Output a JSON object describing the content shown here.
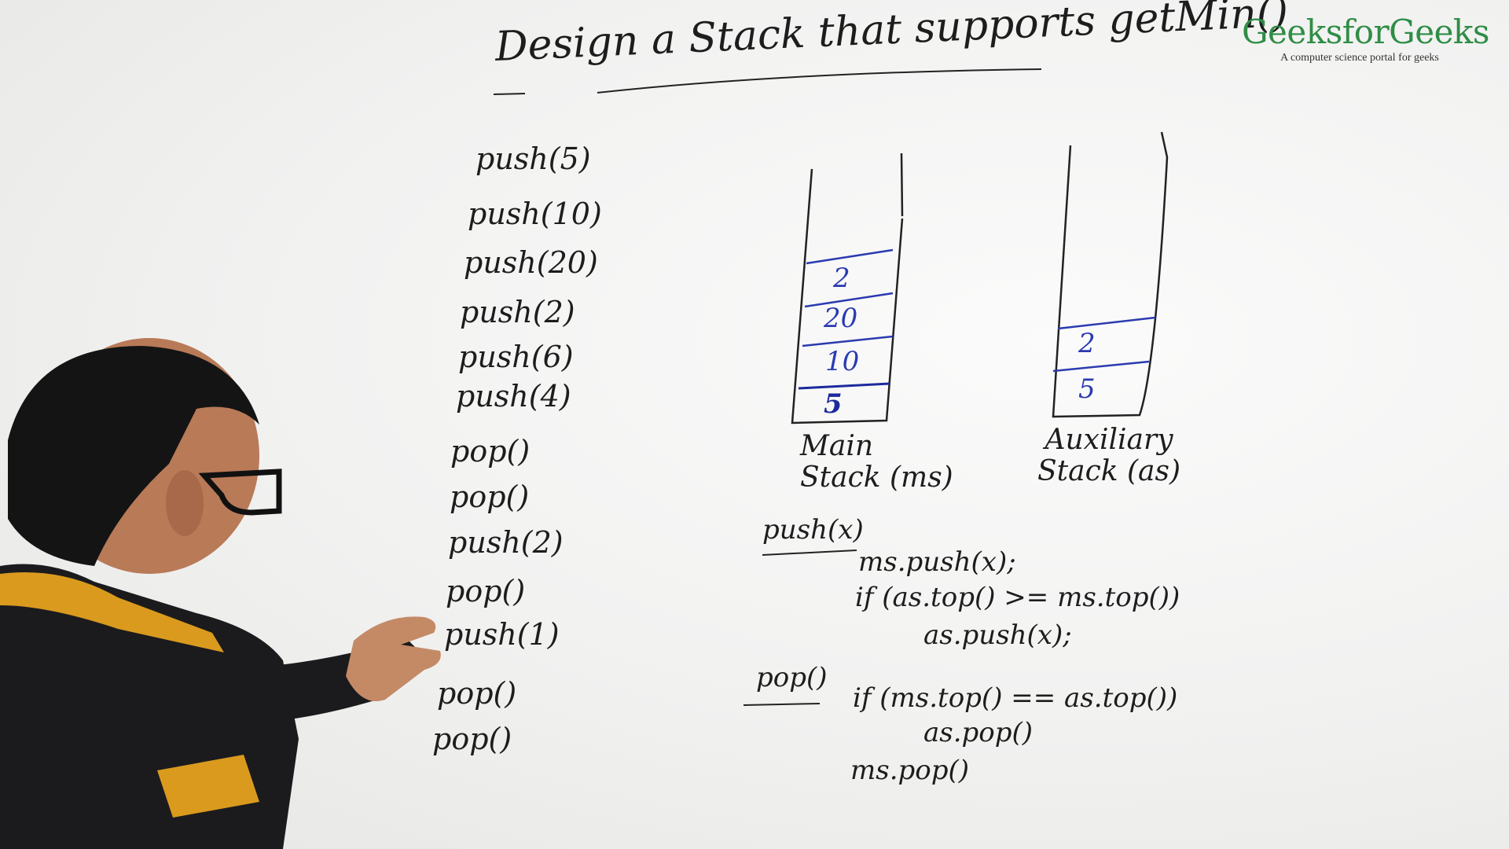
{
  "header": {
    "title": "Design a Stack that supports getMin()"
  },
  "logo": {
    "name": "GeeksforGeeks",
    "tagline": "A computer science portal for geeks"
  },
  "operations": [
    "push(5)",
    "push(10)",
    "push(20)",
    "push(2)",
    "push(6)",
    "push(4)",
    "pop()",
    "pop()",
    "push(2)",
    "pop()",
    "push(1)",
    "pop()",
    "pop()"
  ],
  "main_stack": {
    "label_line1": "Main",
    "label_line2": "Stack (ms)",
    "values": [
      "2",
      "20",
      "10",
      "5"
    ]
  },
  "aux_stack": {
    "label_line1": "Auxiliary",
    "label_line2": "Stack (as)",
    "values": [
      "2",
      "5"
    ]
  },
  "push_code": {
    "heading": "push(x)",
    "line1": "ms.push(x);",
    "line2": "if (as.top() >= ms.top())",
    "line3": "as.push(x);"
  },
  "pop_code": {
    "heading": "pop()",
    "line1": "if (ms.top() == as.top())",
    "line2": "as.pop()",
    "line3": "ms.pop()"
  },
  "colors": {
    "ink": "#1d1d1d",
    "blue_ink": "#2b3bb0",
    "brand": "#2f8d46"
  }
}
